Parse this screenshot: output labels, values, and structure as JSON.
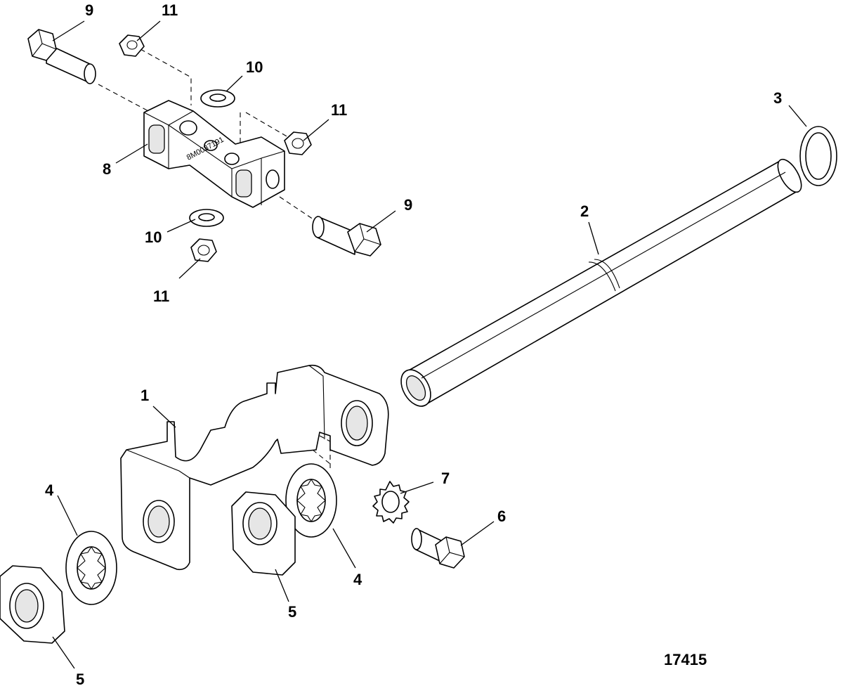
{
  "diagram": {
    "drawing_number": "17415",
    "part_stamp": "8M0037191",
    "callouts": [
      {
        "id": "c-9-top",
        "label": "9"
      },
      {
        "id": "c-11-top",
        "label": "11"
      },
      {
        "id": "c-10-top",
        "label": "10"
      },
      {
        "id": "c-11-mid",
        "label": "11"
      },
      {
        "id": "c-8",
        "label": "8"
      },
      {
        "id": "c-9-mid",
        "label": "9"
      },
      {
        "id": "c-10-bot",
        "label": "10"
      },
      {
        "id": "c-11-bot",
        "label": "11"
      },
      {
        "id": "c-3",
        "label": "3"
      },
      {
        "id": "c-2",
        "label": "2"
      },
      {
        "id": "c-1",
        "label": "1"
      },
      {
        "id": "c-7",
        "label": "7"
      },
      {
        "id": "c-6",
        "label": "6"
      },
      {
        "id": "c-4-left",
        "label": "4"
      },
      {
        "id": "c-4-right",
        "label": "4"
      },
      {
        "id": "c-5-mid",
        "label": "5"
      },
      {
        "id": "c-5-bot",
        "label": "5"
      }
    ]
  }
}
